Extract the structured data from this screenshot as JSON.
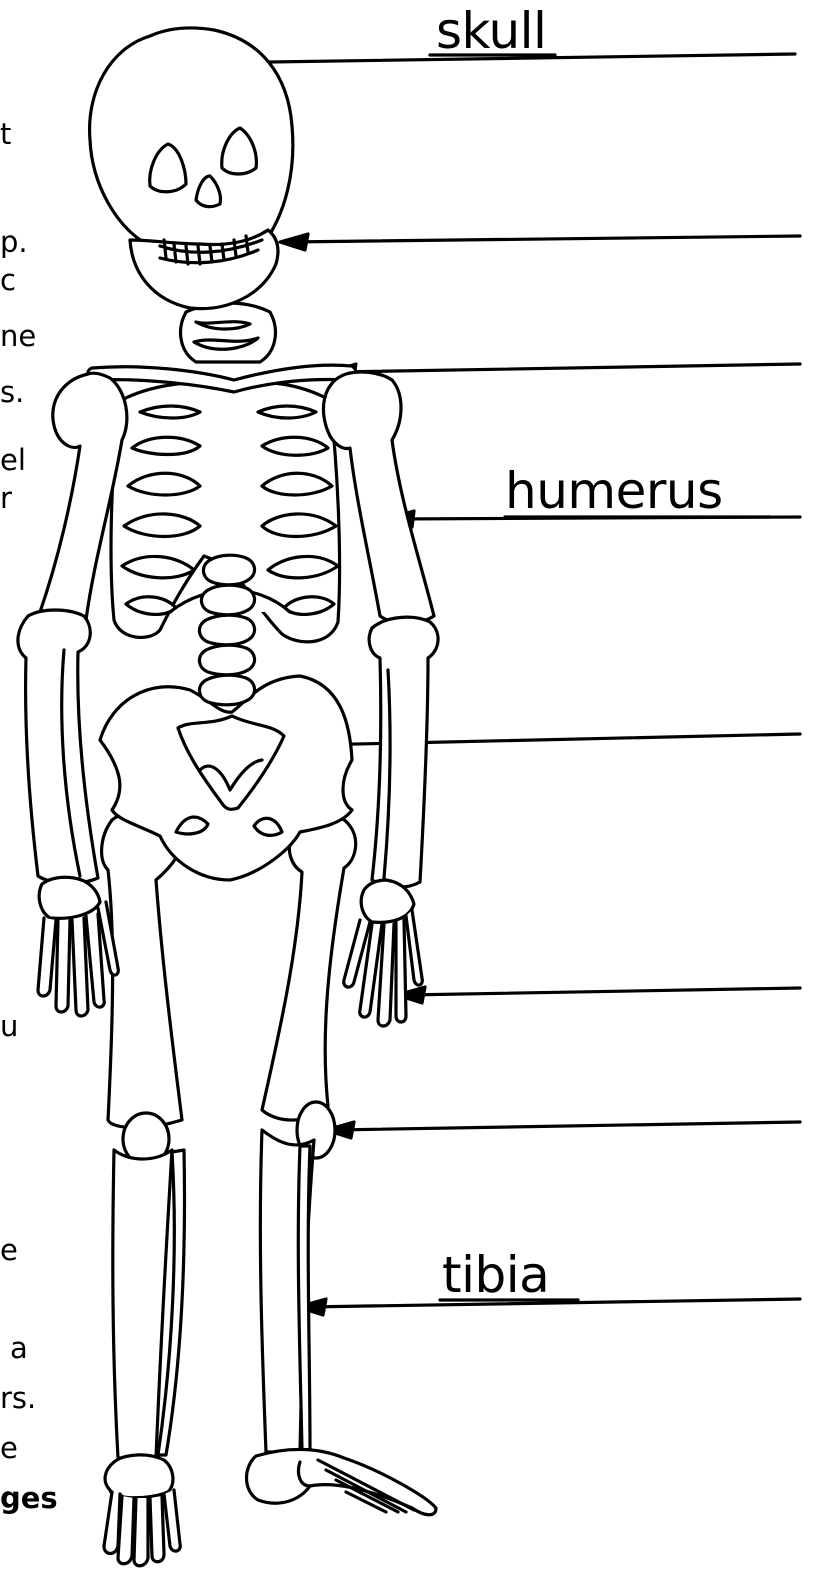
{
  "labels": {
    "skull": "skull",
    "humerus": "humerus",
    "tibia": "tibia"
  },
  "margin_text": {
    "f1": "t",
    "f2": "p.",
    "f3": "c",
    "f4": "ne",
    "f5": "s.",
    "f6": "el",
    "f7": "r",
    "f8": "u",
    "f9": "e",
    "f10": "a",
    "f11": "rs.",
    "f12": "e",
    "f13": "ges"
  },
  "colors": {
    "line": "#000000",
    "background": "#ffffff"
  }
}
